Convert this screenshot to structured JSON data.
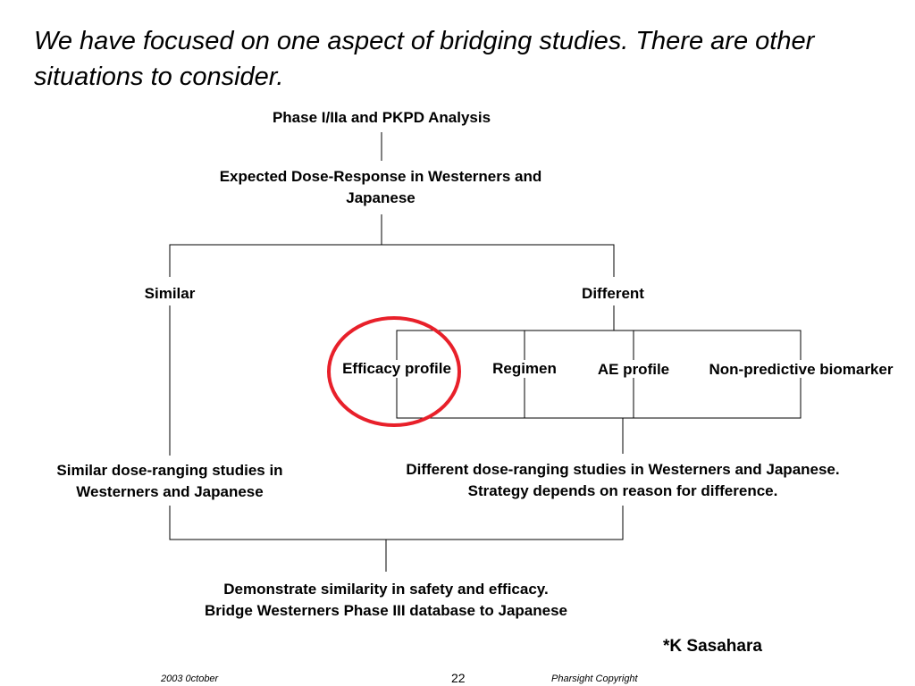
{
  "title": "We have focused on one aspect of bridging studies. There are other situations to consider.",
  "nodes": {
    "phase": "Phase I/IIa and PKPD Analysis",
    "expected_line1": "Expected Dose-Response in Westerners and",
    "expected_line2": "Japanese",
    "similar": "Similar",
    "different": "Different",
    "efficacy": "Efficacy profile",
    "regimen": "Regimen",
    "ae": "AE profile",
    "biomarker": "Non-predictive biomarker",
    "similar_studies_line1": "Similar dose-ranging studies in",
    "similar_studies_line2": "Westerners and Japanese",
    "different_studies_line1": "Different dose-ranging studies in Westerners and Japanese.",
    "different_studies_line2": "Strategy depends on reason for difference.",
    "demonstrate_line1": "Demonstrate similarity in safety and efficacy.",
    "demonstrate_line2": "Bridge Westerners Phase III database to Japanese"
  },
  "highlight_color": "#e8202a",
  "credit": "*K Sasahara",
  "footer": {
    "date": "2003 0ctober",
    "page": "22",
    "copyright": "Pharsight Copyright"
  }
}
